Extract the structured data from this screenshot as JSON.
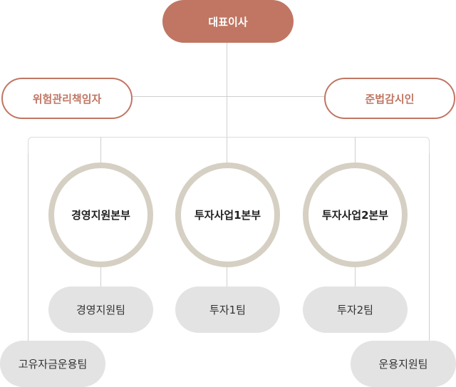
{
  "ceo": "대표이사",
  "side": {
    "left": "위험관리책임자",
    "right": "준법감시인"
  },
  "divisions": [
    "경영지원본부",
    "투자사업1본부",
    "투자사업2본부"
  ],
  "teams": [
    "경영지원팀",
    "투자1팀",
    "투자2팀"
  ],
  "outer_teams": [
    "고유자금운용팀",
    "운용지원팀"
  ],
  "colors": {
    "primary": "#c07663",
    "circle_border": "#d5d0c3",
    "team_bg": "#e3e3e3",
    "line": "#cfcfcf"
  }
}
